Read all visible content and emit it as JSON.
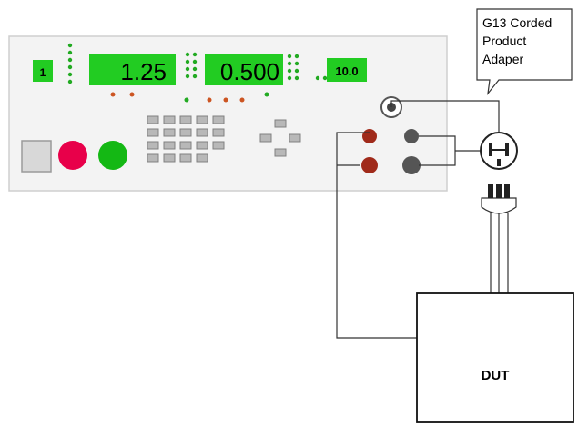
{
  "instrument": {
    "displays": [
      {
        "id": "channel",
        "text": "1"
      },
      {
        "id": "voltage",
        "text": "1.25"
      },
      {
        "id": "current",
        "text": "0.500"
      },
      {
        "id": "range",
        "text": "10.0"
      }
    ],
    "colors": {
      "panel": "#f3f3f3",
      "display_green": "#22cc22",
      "led_green": "#22aa22",
      "led_red": "#cc5522",
      "button_red": "#e8004a",
      "button_green": "#14b814",
      "terminal_red": "#a02a1a",
      "terminal_gray": "#555555"
    }
  },
  "adapter_callout": {
    "lines": [
      "G13 Corded",
      "Product",
      "Adaper"
    ]
  },
  "dut": {
    "label": "DUT"
  }
}
